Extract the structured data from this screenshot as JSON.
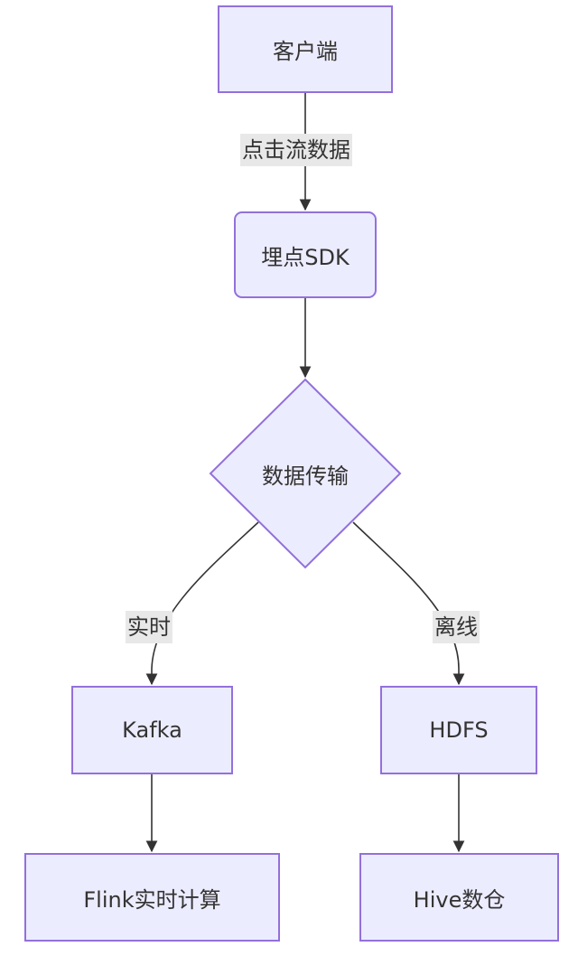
{
  "nodes": {
    "client": "客户端",
    "sdk": "埋点SDK",
    "transport": "数据传输",
    "kafka": "Kafka",
    "hdfs": "HDFS",
    "flink": "Flink实时计算",
    "hive": "Hive数仓"
  },
  "edges": {
    "clickstream": "点击流数据",
    "realtime": "实时",
    "offline": "离线"
  },
  "colors": {
    "node_fill": "#ECECFF",
    "node_border": "#9370DB",
    "edge": "#333333",
    "label_bg": "#e8e8e8"
  }
}
